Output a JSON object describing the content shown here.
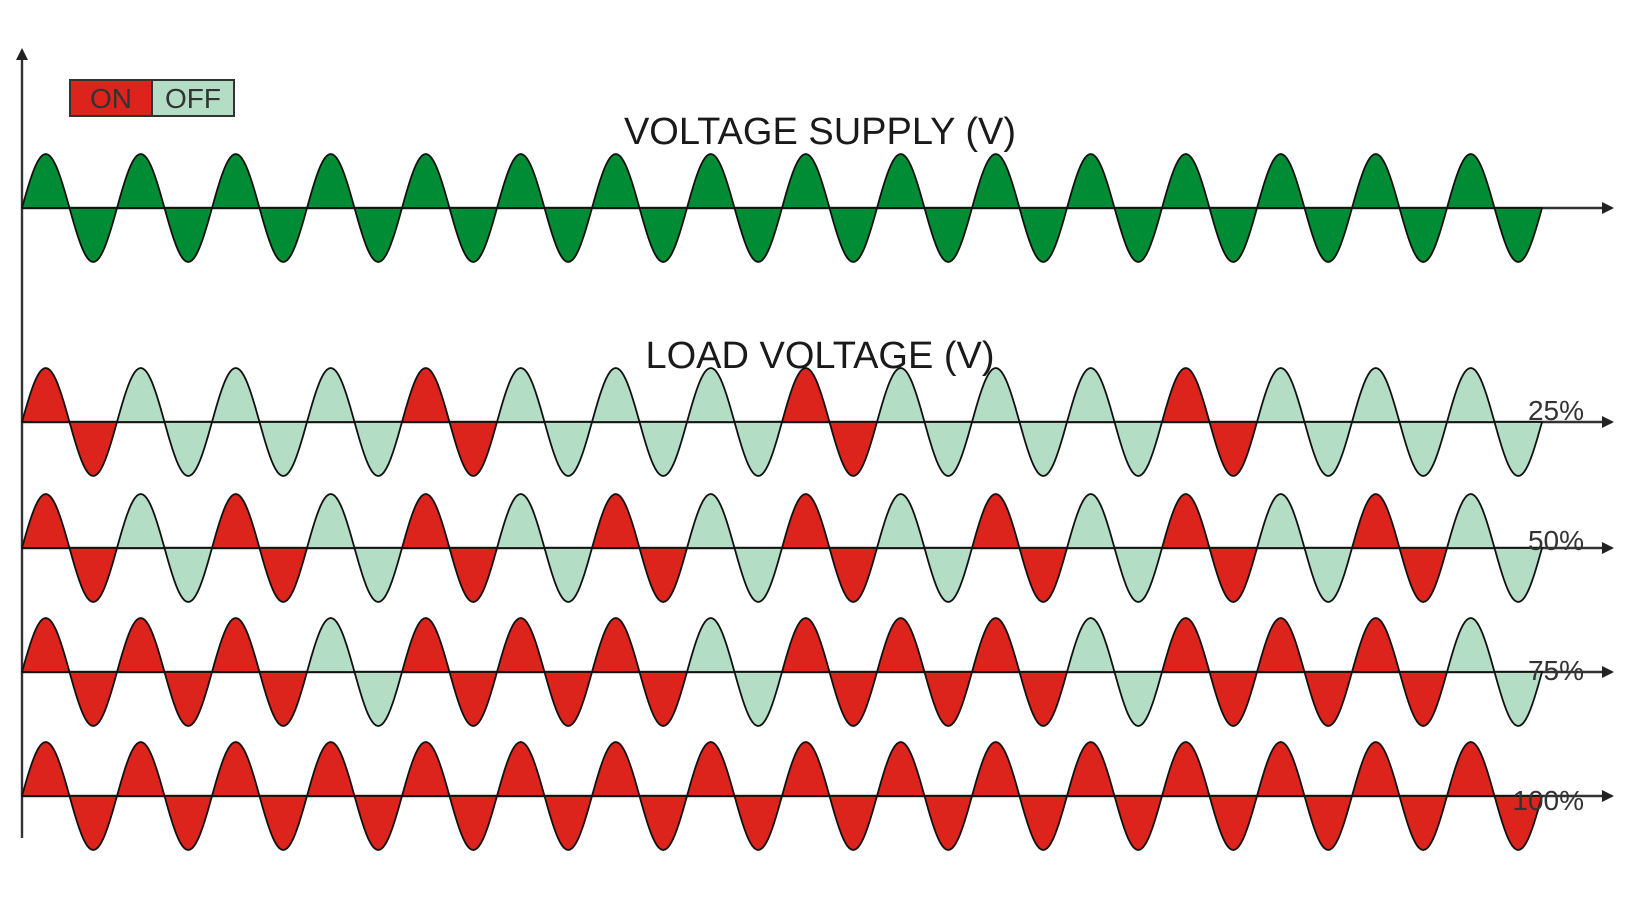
{
  "colors": {
    "supply": "#008c35",
    "on": "#dc231c",
    "off": "#b4ddc6",
    "outline": "#111111",
    "axis": "#333333"
  },
  "legend": {
    "on_label": "ON",
    "off_label": "OFF"
  },
  "supply": {
    "title": "VOLTAGE SUPPLY (V)",
    "cycles": 16
  },
  "load": {
    "title": "LOAD VOLTAGE (V)",
    "rows": [
      {
        "label": "25%",
        "pattern": [
          1,
          0,
          0,
          0,
          1,
          0,
          0,
          0,
          1,
          0,
          0,
          0,
          1,
          0,
          0,
          0
        ]
      },
      {
        "label": "50%",
        "pattern": [
          1,
          0,
          1,
          0,
          1,
          0,
          1,
          0,
          1,
          0,
          1,
          0,
          1,
          0,
          1,
          0
        ]
      },
      {
        "label": "75%",
        "pattern": [
          1,
          1,
          1,
          0,
          1,
          1,
          1,
          0,
          1,
          1,
          1,
          0,
          1,
          1,
          1,
          0
        ]
      },
      {
        "label": "100%",
        "pattern": [
          1,
          1,
          1,
          1,
          1,
          1,
          1,
          1,
          1,
          1,
          1,
          1,
          1,
          1,
          1,
          1
        ]
      }
    ]
  }
}
